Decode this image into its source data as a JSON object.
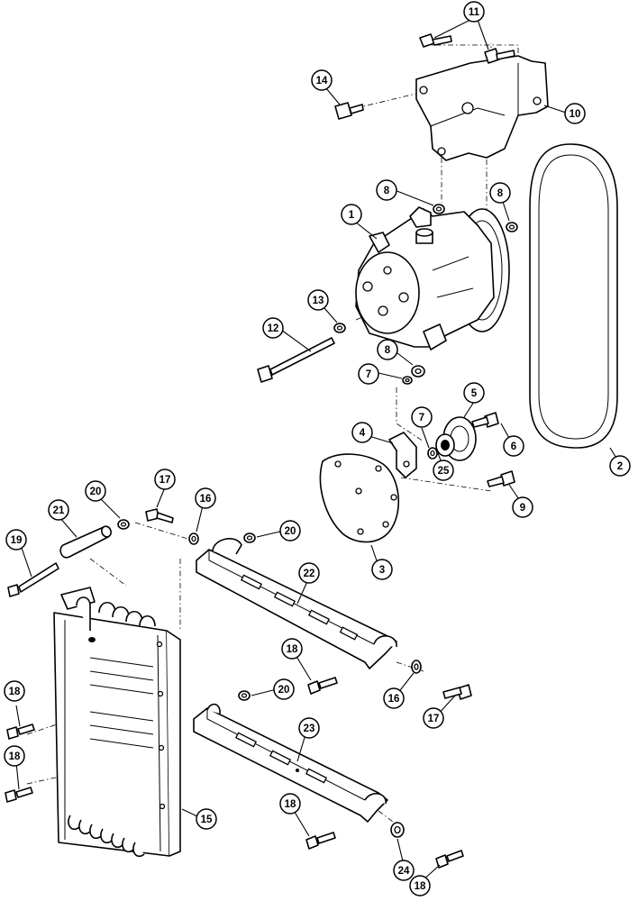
{
  "callouts": [
    {
      "id": "c1",
      "label": "1"
    },
    {
      "id": "c2",
      "label": "2"
    },
    {
      "id": "c3",
      "label": "3"
    },
    {
      "id": "c4",
      "label": "4"
    },
    {
      "id": "c5",
      "label": "5"
    },
    {
      "id": "c6",
      "label": "6"
    },
    {
      "id": "c7a",
      "label": "7"
    },
    {
      "id": "c7b",
      "label": "7"
    },
    {
      "id": "c8a",
      "label": "8"
    },
    {
      "id": "c8b",
      "label": "8"
    },
    {
      "id": "c8c",
      "label": "8"
    },
    {
      "id": "c9",
      "label": "9"
    },
    {
      "id": "c10",
      "label": "10"
    },
    {
      "id": "c11",
      "label": "11"
    },
    {
      "id": "c12",
      "label": "12"
    },
    {
      "id": "c13",
      "label": "13"
    },
    {
      "id": "c14",
      "label": "14"
    },
    {
      "id": "c15",
      "label": "15"
    },
    {
      "id": "c16a",
      "label": "16"
    },
    {
      "id": "c16b",
      "label": "16"
    },
    {
      "id": "c17a",
      "label": "17"
    },
    {
      "id": "c17b",
      "label": "17"
    },
    {
      "id": "c18a",
      "label": "18"
    },
    {
      "id": "c18b",
      "label": "18"
    },
    {
      "id": "c18c",
      "label": "18"
    },
    {
      "id": "c18d",
      "label": "18"
    },
    {
      "id": "c18e",
      "label": "18"
    },
    {
      "id": "c19",
      "label": "19"
    },
    {
      "id": "c20a",
      "label": "20"
    },
    {
      "id": "c20b",
      "label": "20"
    },
    {
      "id": "c20c",
      "label": "20"
    },
    {
      "id": "c21",
      "label": "21"
    },
    {
      "id": "c22",
      "label": "22"
    },
    {
      "id": "c23",
      "label": "23"
    },
    {
      "id": "c24",
      "label": "24"
    },
    {
      "id": "c25",
      "label": "25"
    }
  ]
}
